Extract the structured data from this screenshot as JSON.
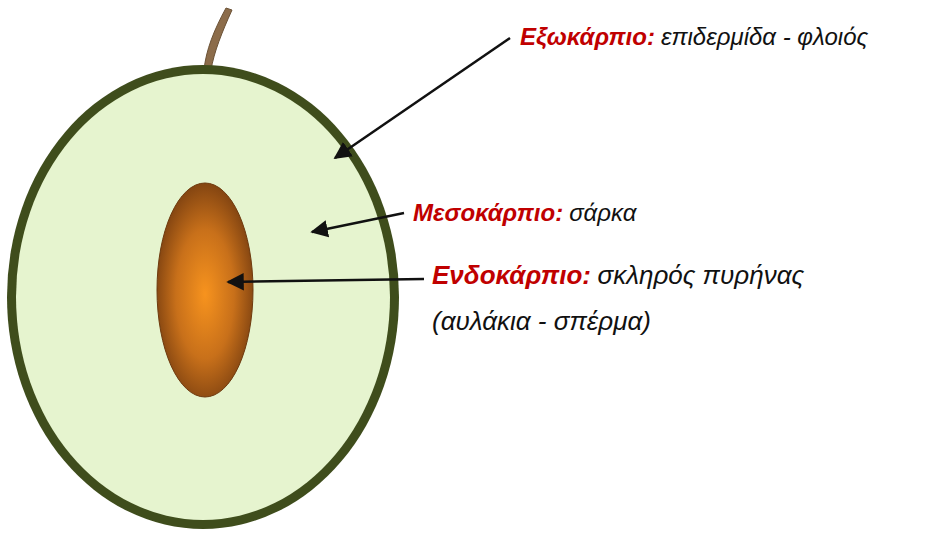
{
  "diagram": {
    "labels": [
      "Εξωκάρπιο:",
      "επιδερμίδα - φλοιός",
      "Μεσοκάρπιο:",
      "σάρκα",
      "Ενδοκάρπιο:",
      "σκληρός πυρήνας (αυλάκια - σπέρμα)"
    ]
  }
}
